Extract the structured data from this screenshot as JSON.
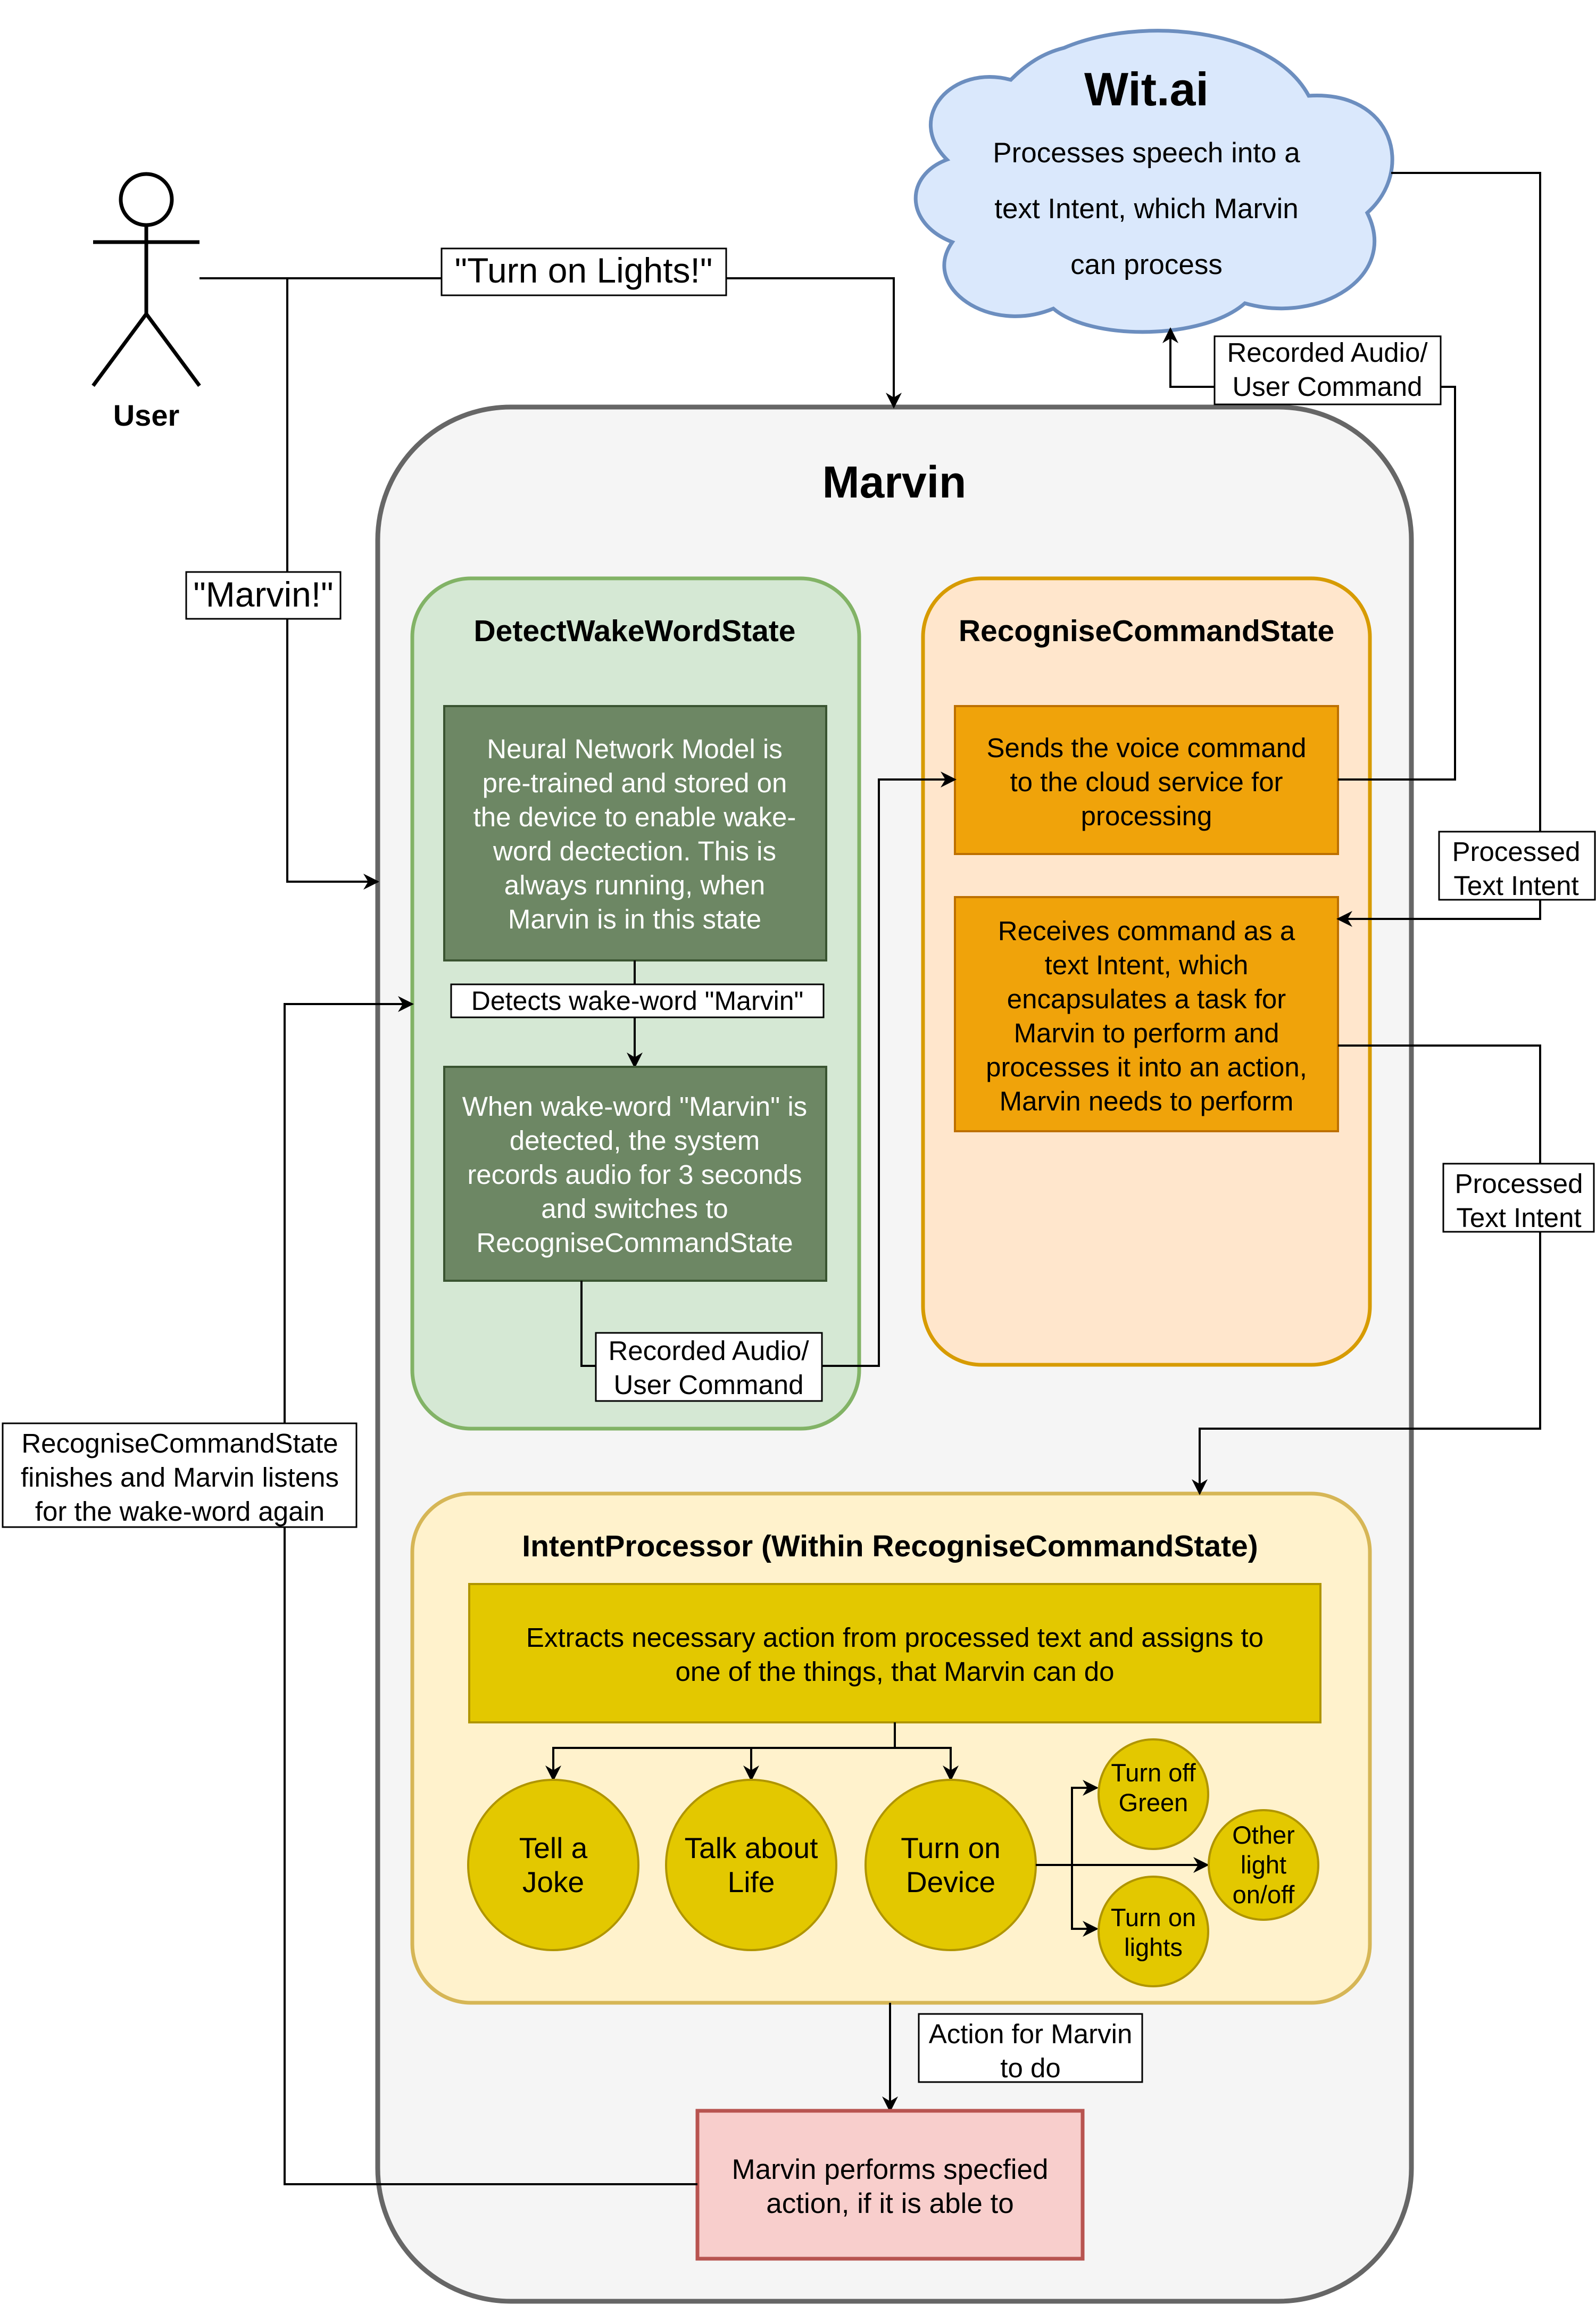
{
  "user": {
    "label": "User"
  },
  "wit": {
    "title": "Wit.ai",
    "lines": [
      "Processes speech into a",
      "text Intent, which Marvin",
      "can process"
    ]
  },
  "marvin": {
    "title": "Marvin"
  },
  "detect": {
    "title": "DetectWakeWordState",
    "model_lines": [
      "Neural Network Model is",
      "pre-trained and stored on",
      "the device to enable wake-",
      "word dectection. This is",
      "always running, when",
      "Marvin is in this state"
    ],
    "edge_label": "Detects wake-word \"Marvin\"",
    "record_lines": [
      "When wake-word \"Marvin\" is",
      "detected, the system",
      "records audio for 3 seconds",
      "and switches to",
      "RecogniseCommandState"
    ]
  },
  "recognise": {
    "title": "RecogniseCommandState",
    "send_lines": [
      "Sends the voice command",
      "to the cloud service for",
      "processing"
    ],
    "receive_lines": [
      "Receives command as a",
      "text Intent, which",
      "encapsulates a task for",
      "Marvin to perform and",
      "processes it into an action,",
      "Marvin needs to perform"
    ]
  },
  "intent": {
    "title": "IntentProcessor (Within RecogniseCommandState)",
    "extract_lines": [
      "Extracts necessary action from processed text and assigns to",
      "one of the things, that Marvin can do"
    ],
    "joke": [
      "Tell a",
      "Joke"
    ],
    "life": [
      "Talk about",
      "Life"
    ],
    "device": [
      "Turn on",
      "Device"
    ],
    "green": [
      "Turn off",
      "Green"
    ],
    "other": [
      "Other",
      "light",
      "on/off"
    ],
    "lights": [
      "Turn on",
      "lights"
    ]
  },
  "perform": {
    "lines": [
      "Marvin performs specfied",
      "action, if it is able to"
    ]
  },
  "labels": {
    "turn_on_lights": "\"Turn on Lights!\"",
    "marvin_call": "\"Marvin!\"",
    "recorded_audio_top": [
      "Recorded Audio/",
      "User Command"
    ],
    "recorded_audio_inner": [
      "Recorded Audio/",
      "User Command"
    ],
    "processed_intent_1": [
      "Processed",
      "Text Intent"
    ],
    "processed_intent_2": [
      "Processed",
      "Text Intent"
    ],
    "finishes": [
      "RecogniseCommandState",
      "finishes and Marvin listens",
      "for the wake-word again"
    ],
    "action_for_marvin": [
      "Action for Marvin",
      "to do"
    ]
  },
  "colors": {
    "marvin_fill": "#f5f5f5",
    "marvin_stroke": "#666666",
    "green_fill": "#d5e8d4",
    "green_stroke": "#82b366",
    "green_box": "#6d8764",
    "orange_fill": "#ffe6cc",
    "orange_stroke": "#d79b00",
    "orange_box": "#f0a30a",
    "yellow_fill": "#fff2cc",
    "yellow_stroke": "#d6b656",
    "yellow_box": "#e3c800",
    "red_fill": "#f8cecc",
    "red_stroke": "#b85450",
    "cloud_fill": "#dae8fc",
    "cloud_stroke": "#6c8ebf"
  }
}
